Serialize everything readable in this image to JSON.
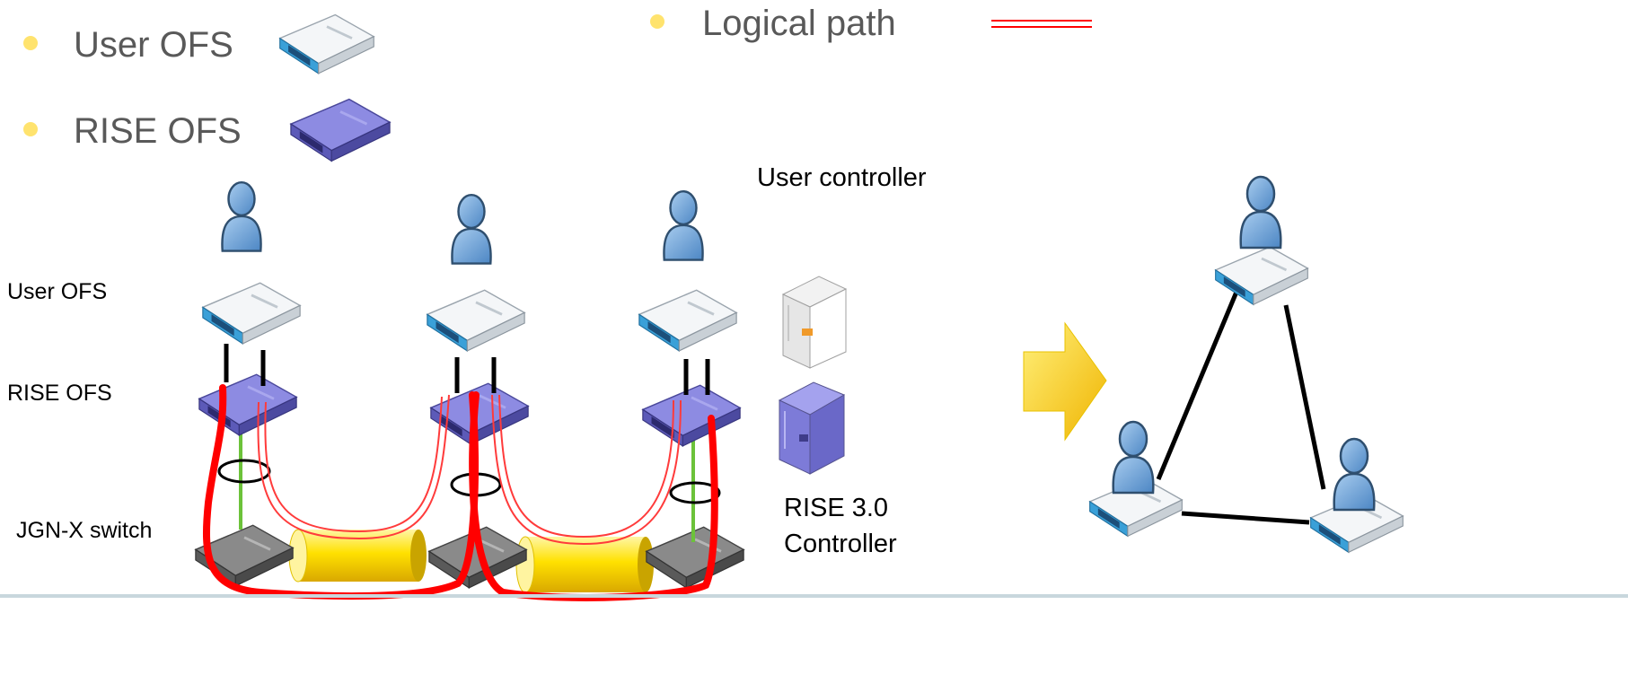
{
  "legend": {
    "items": [
      {
        "label": "User OFS",
        "icon": "user-ofs-switch-icon"
      },
      {
        "label": "RISE OFS",
        "icon": "rise-ofs-switch-icon"
      },
      {
        "label": "Logical path",
        "icon": "logical-path-line-icon"
      }
    ]
  },
  "labels": {
    "user_controller": "User controller",
    "row_user_ofs": "User OFS",
    "row_rise_ofs": "RISE OFS",
    "row_jgnx": "JGN-X switch",
    "rise_controller_line1": "RISE 3.0",
    "rise_controller_line2": "Controller"
  },
  "colors": {
    "legend_text": "#595959",
    "bullet": "#ffe36e",
    "logical_path": "#ff0000",
    "user_switch": "#3aa0d8",
    "rise_switch": "#7a78d6",
    "jgnx_switch": "#6d6d6d",
    "tunnel": "#ffd800",
    "green_link": "#6cc23a",
    "arrow": "#ffd800",
    "person": "#6fa6d8"
  }
}
